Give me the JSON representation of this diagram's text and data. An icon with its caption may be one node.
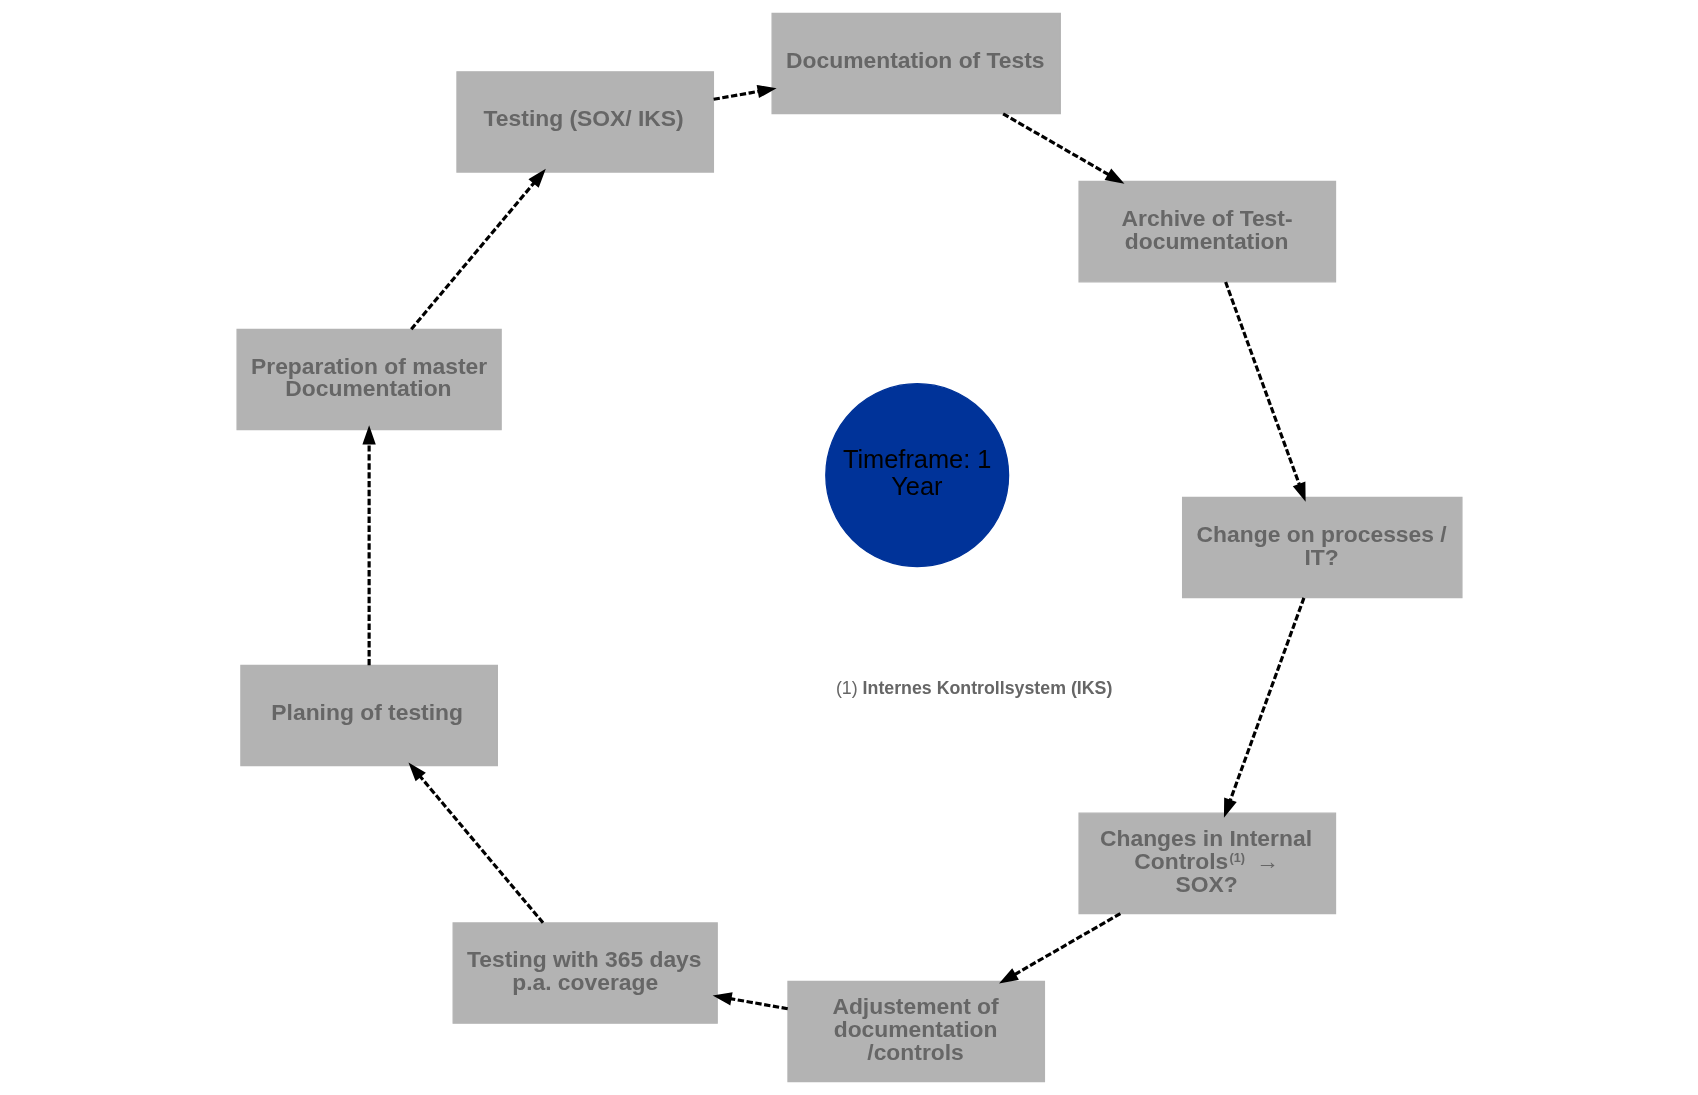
{
  "diagram": {
    "nodes": [
      {
        "text": [
          "Changes in Internal Controls$^{(1)}$ → SOX?"
        ]
      },
      {
        "text": [
          "Change on processes / IT?"
        ]
      },
      {
        "text": [
          "Archive of Test-documentation"
        ]
      },
      {
        "text": [
          "Documentation of Tests"
        ]
      },
      {
        "text": [
          "Testing (SOX/ IKS)"
        ]
      },
      {
        "text": [
          "Preparation of master Documentation"
        ]
      },
      {
        "text": [
          "Planing of testing"
        ]
      },
      {
        "text": [
          "Testing with 365 days p.a. coverage"
        ]
      },
      {
        "text": [
          "Adjustement of documentation /controls"
        ]
      },
      {
        "text": [
          "Timeframe: 1 Year"
        ]
      }
    ],
    "edges": [
      {
        "from": 5,
        "to": 4,
        "arrow": "to",
        "style": "dashed"
      },
      {
        "from": 4,
        "to": 3,
        "arrow": "to",
        "style": "dashed"
      },
      {
        "from": 3,
        "to": 2,
        "arrow": "to",
        "style": "dashed"
      },
      {
        "from": 2,
        "to": 1,
        "arrow": "to",
        "style": "dashed"
      },
      {
        "from": 1,
        "to": 0,
        "arrow": "to",
        "style": "dashed"
      },
      {
        "from": 0,
        "to": 8,
        "arrow": "to",
        "style": "dashed"
      },
      {
        "from": 8,
        "to": 7,
        "arrow": "to",
        "style": "dashed"
      },
      {
        "from": 7,
        "to": 6,
        "arrow": "to",
        "style": "dashed"
      },
      {
        "from": 6,
        "to": 5,
        "arrow": "to",
        "style": "dashed"
      }
    ],
    "labels": [
      "(1) **Internes Kontrollsystem (IKS)**"
    ]
  }
}
